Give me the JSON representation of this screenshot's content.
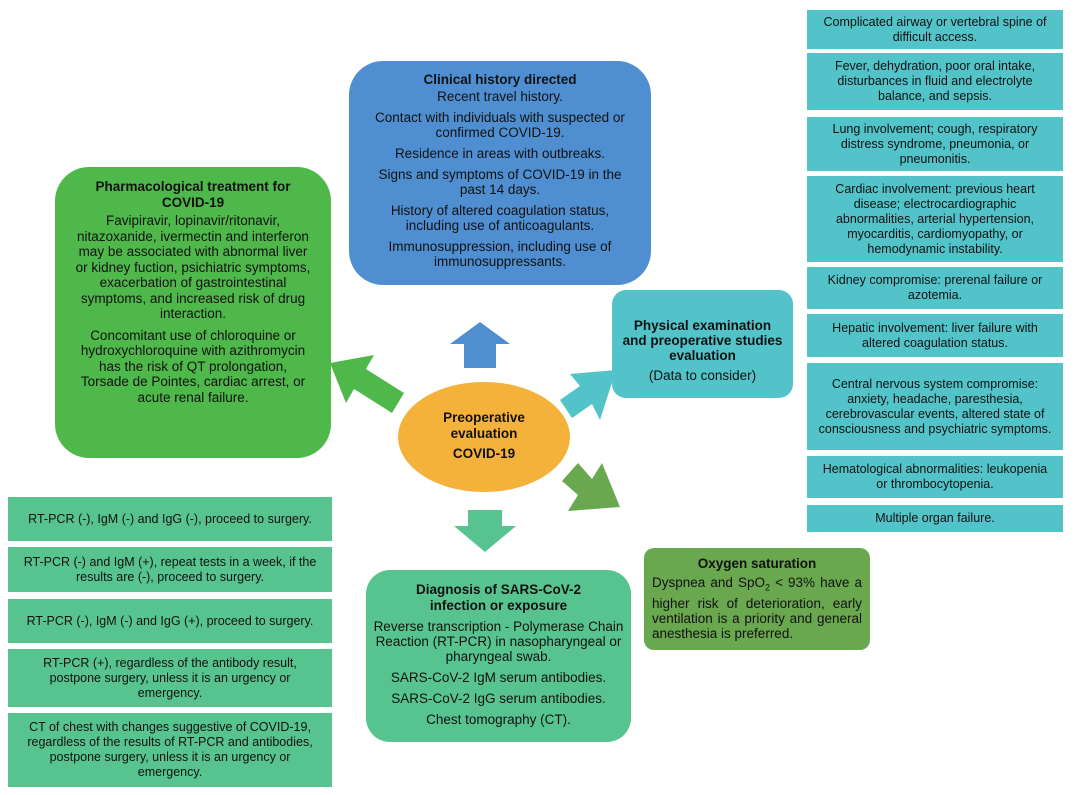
{
  "clinical_history": {
    "title": "Clinical history directed",
    "items": [
      "Recent travel history.",
      "Contact with individuals with suspected or confirmed COVID-19.",
      "Residence in areas with outbreaks.",
      "Signs and symptoms of COVID-19 in the past 14 days.",
      "History of altered coagulation status, including use of anticoagulants.",
      "Immunosuppression, including use of immunosuppressants."
    ]
  },
  "pharmacological": {
    "title": "Pharmacological treatment for COVID-19",
    "paragraphs": [
      "Favipiravir, lopinavir/ritonavir, nitazoxanide, ivermectin and interferon may be associated with abnormal liver or kidney fuction, psichiatric symptoms, exacerbation of gastrointestinal symptoms, and increased risk of drug interaction.",
      "Concomitant use of chloroquine or hydroxychloroquine with azithromycin has the risk of QT prolongation, Torsade de Pointes, cardiac arrest, or acute renal failure."
    ]
  },
  "center": {
    "line1": "Preoperative",
    "line2": "evaluation",
    "line3": "COVID-19"
  },
  "physical_exam": {
    "title": "Physical examination and preoperative studies evaluation",
    "subtitle": "(Data to consider)"
  },
  "physical_items": [
    "Complicated airway or vertebral spine of difficult access.",
    "Fever, dehydration, poor oral intake, disturbances in fluid and electrolyte balance, and sepsis.",
    "Lung involvement; cough, respiratory distress syndrome, pneumonia, or pneumonitis.",
    "Cardiac involvement: previous heart disease; electrocardiographic abnormalities, arterial hypertension, myocarditis, cardiomyopathy, or hemodynamic instability.",
    "Kidney compromise: prerenal failure or azotemia.",
    "Hepatic involvement: liver failure with altered coagulation status.",
    "Central nervous system compromise: anxiety, headache, paresthesia, cerebrovascular events, altered state of consciousness and psychiatric symptoms.",
    "Hematological abnormalities: leukopenia or thrombocytopenia.",
    "Multiple organ failure."
  ],
  "oxygen": {
    "title": "Oxygen saturation",
    "text_before": "Dyspnea and SpO",
    "sub": "2",
    "text_after": " < 93% have a higher risk of deterioration, early ventilation is a priority and general anesthesia is preferred."
  },
  "diagnosis": {
    "title": "Diagnosis of SARS-CoV-2 infection or exposure",
    "items": [
      "Reverse transcription - Polymerase Chain Reaction (RT-PCR) in nasopharyngeal or pharyngeal swab.",
      "SARS-CoV-2 IgM serum antibodies.",
      "SARS-CoV-2 IgG serum antibodies.",
      "Chest tomography (CT)."
    ]
  },
  "diagnosis_rules": [
    "RT-PCR (-), IgM (-) and IgG (-), proceed to surgery.",
    "RT-PCR (-) and IgM (+), repeat tests in a week, if the results are (-), proceed to surgery.",
    "RT-PCR (-), IgM (-) and IgG (+), proceed to surgery.",
    "RT-PCR (+), regardless of the antibody result, postpone surgery, unless it is an urgency or emergency.",
    "CT of chest with changes suggestive of COVID-19, regardless of the results of RT-PCR and antibodies, postpone surgery, unless it is an urgency or emergency."
  ],
  "colors": {
    "blue": "#4f8fd1",
    "green": "#4fb84a",
    "teal": "#52c3c9",
    "mint": "#57c490",
    "olive": "#6aa84f",
    "orange": "#f4b23a"
  }
}
